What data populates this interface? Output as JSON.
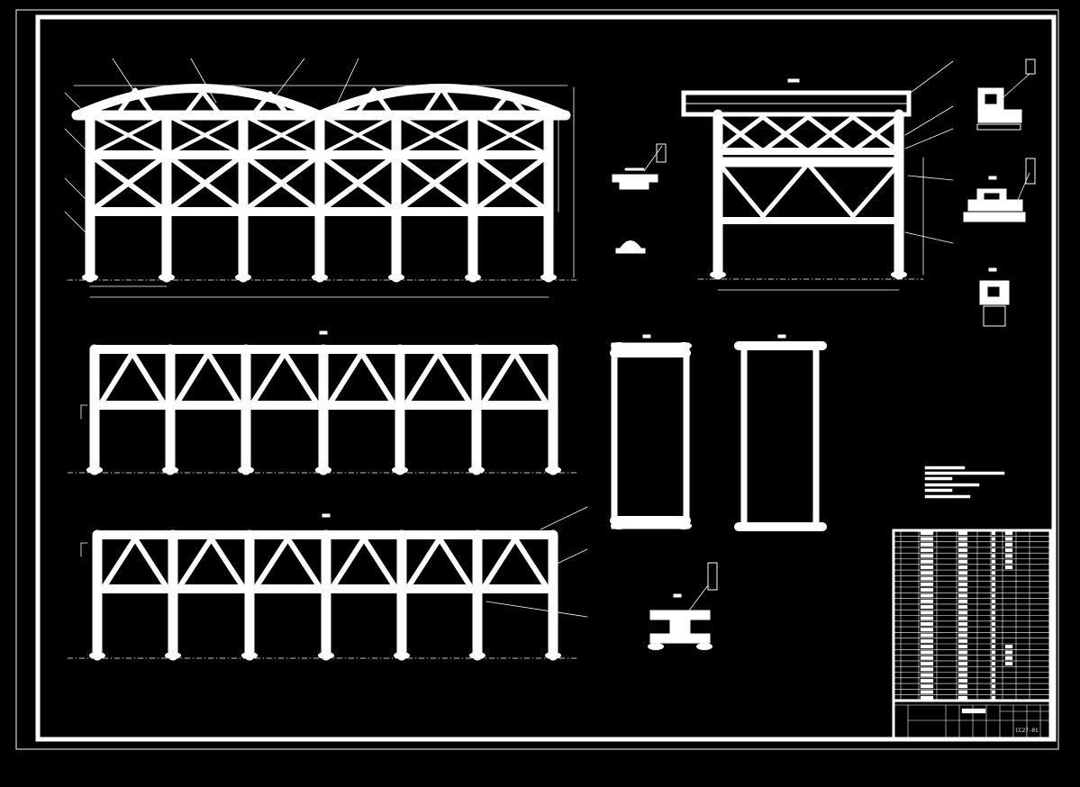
{
  "drawing": {
    "drawing_code": "CC27-01",
    "colors": {
      "background": "#000000",
      "line": "#ffffff"
    },
    "views": [
      {
        "id": "elevation-arched",
        "label": ""
      },
      {
        "id": "end-elevation",
        "label": ""
      },
      {
        "id": "frame-elevation-a",
        "label": ""
      },
      {
        "id": "frame-elevation-b",
        "label": ""
      },
      {
        "id": "plan-view-a",
        "label": ""
      },
      {
        "id": "plan-view-b",
        "label": ""
      }
    ],
    "details": [
      {
        "id": "detail-1"
      },
      {
        "id": "detail-2"
      },
      {
        "id": "detail-3"
      },
      {
        "id": "detail-4"
      },
      {
        "id": "detail-5"
      },
      {
        "id": "detail-6"
      },
      {
        "id": "detail-7"
      }
    ],
    "parts_table_rows": 30
  }
}
